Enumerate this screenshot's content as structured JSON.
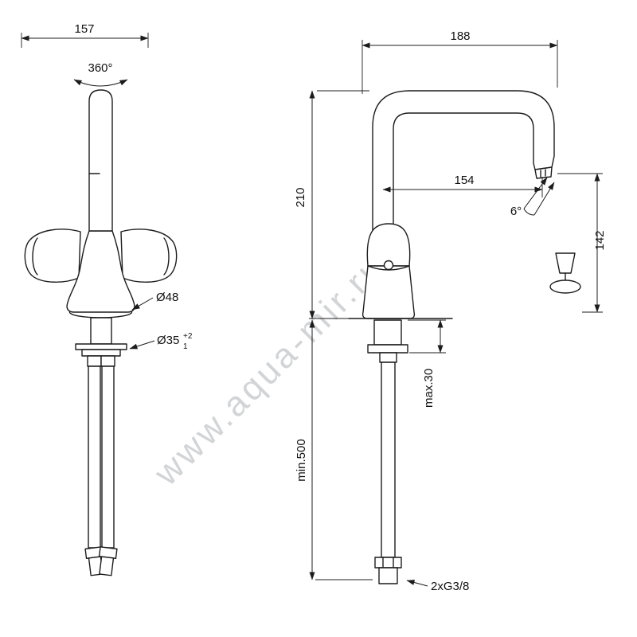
{
  "watermark": "www.aqua-mir.ru",
  "colors": {
    "line": "#1c1c1c",
    "watermark": "#aeb2b6"
  },
  "front_view": {
    "width_dim": "157",
    "rotation_label": "360°",
    "base_diameter_label": "Ø48",
    "hole_diameter_label": "Ø35",
    "hole_tolerance_sup": "+2",
    "hole_tolerance_sub": "1"
  },
  "side_view": {
    "depth_dim": "188",
    "height_dim": "210",
    "reach_dim": "154",
    "angle_label": "6°",
    "outlet_height_dim": "142",
    "deck_max_label": "max.30",
    "hose_min_label": "min.500",
    "connection_label": "2xG3/8"
  }
}
